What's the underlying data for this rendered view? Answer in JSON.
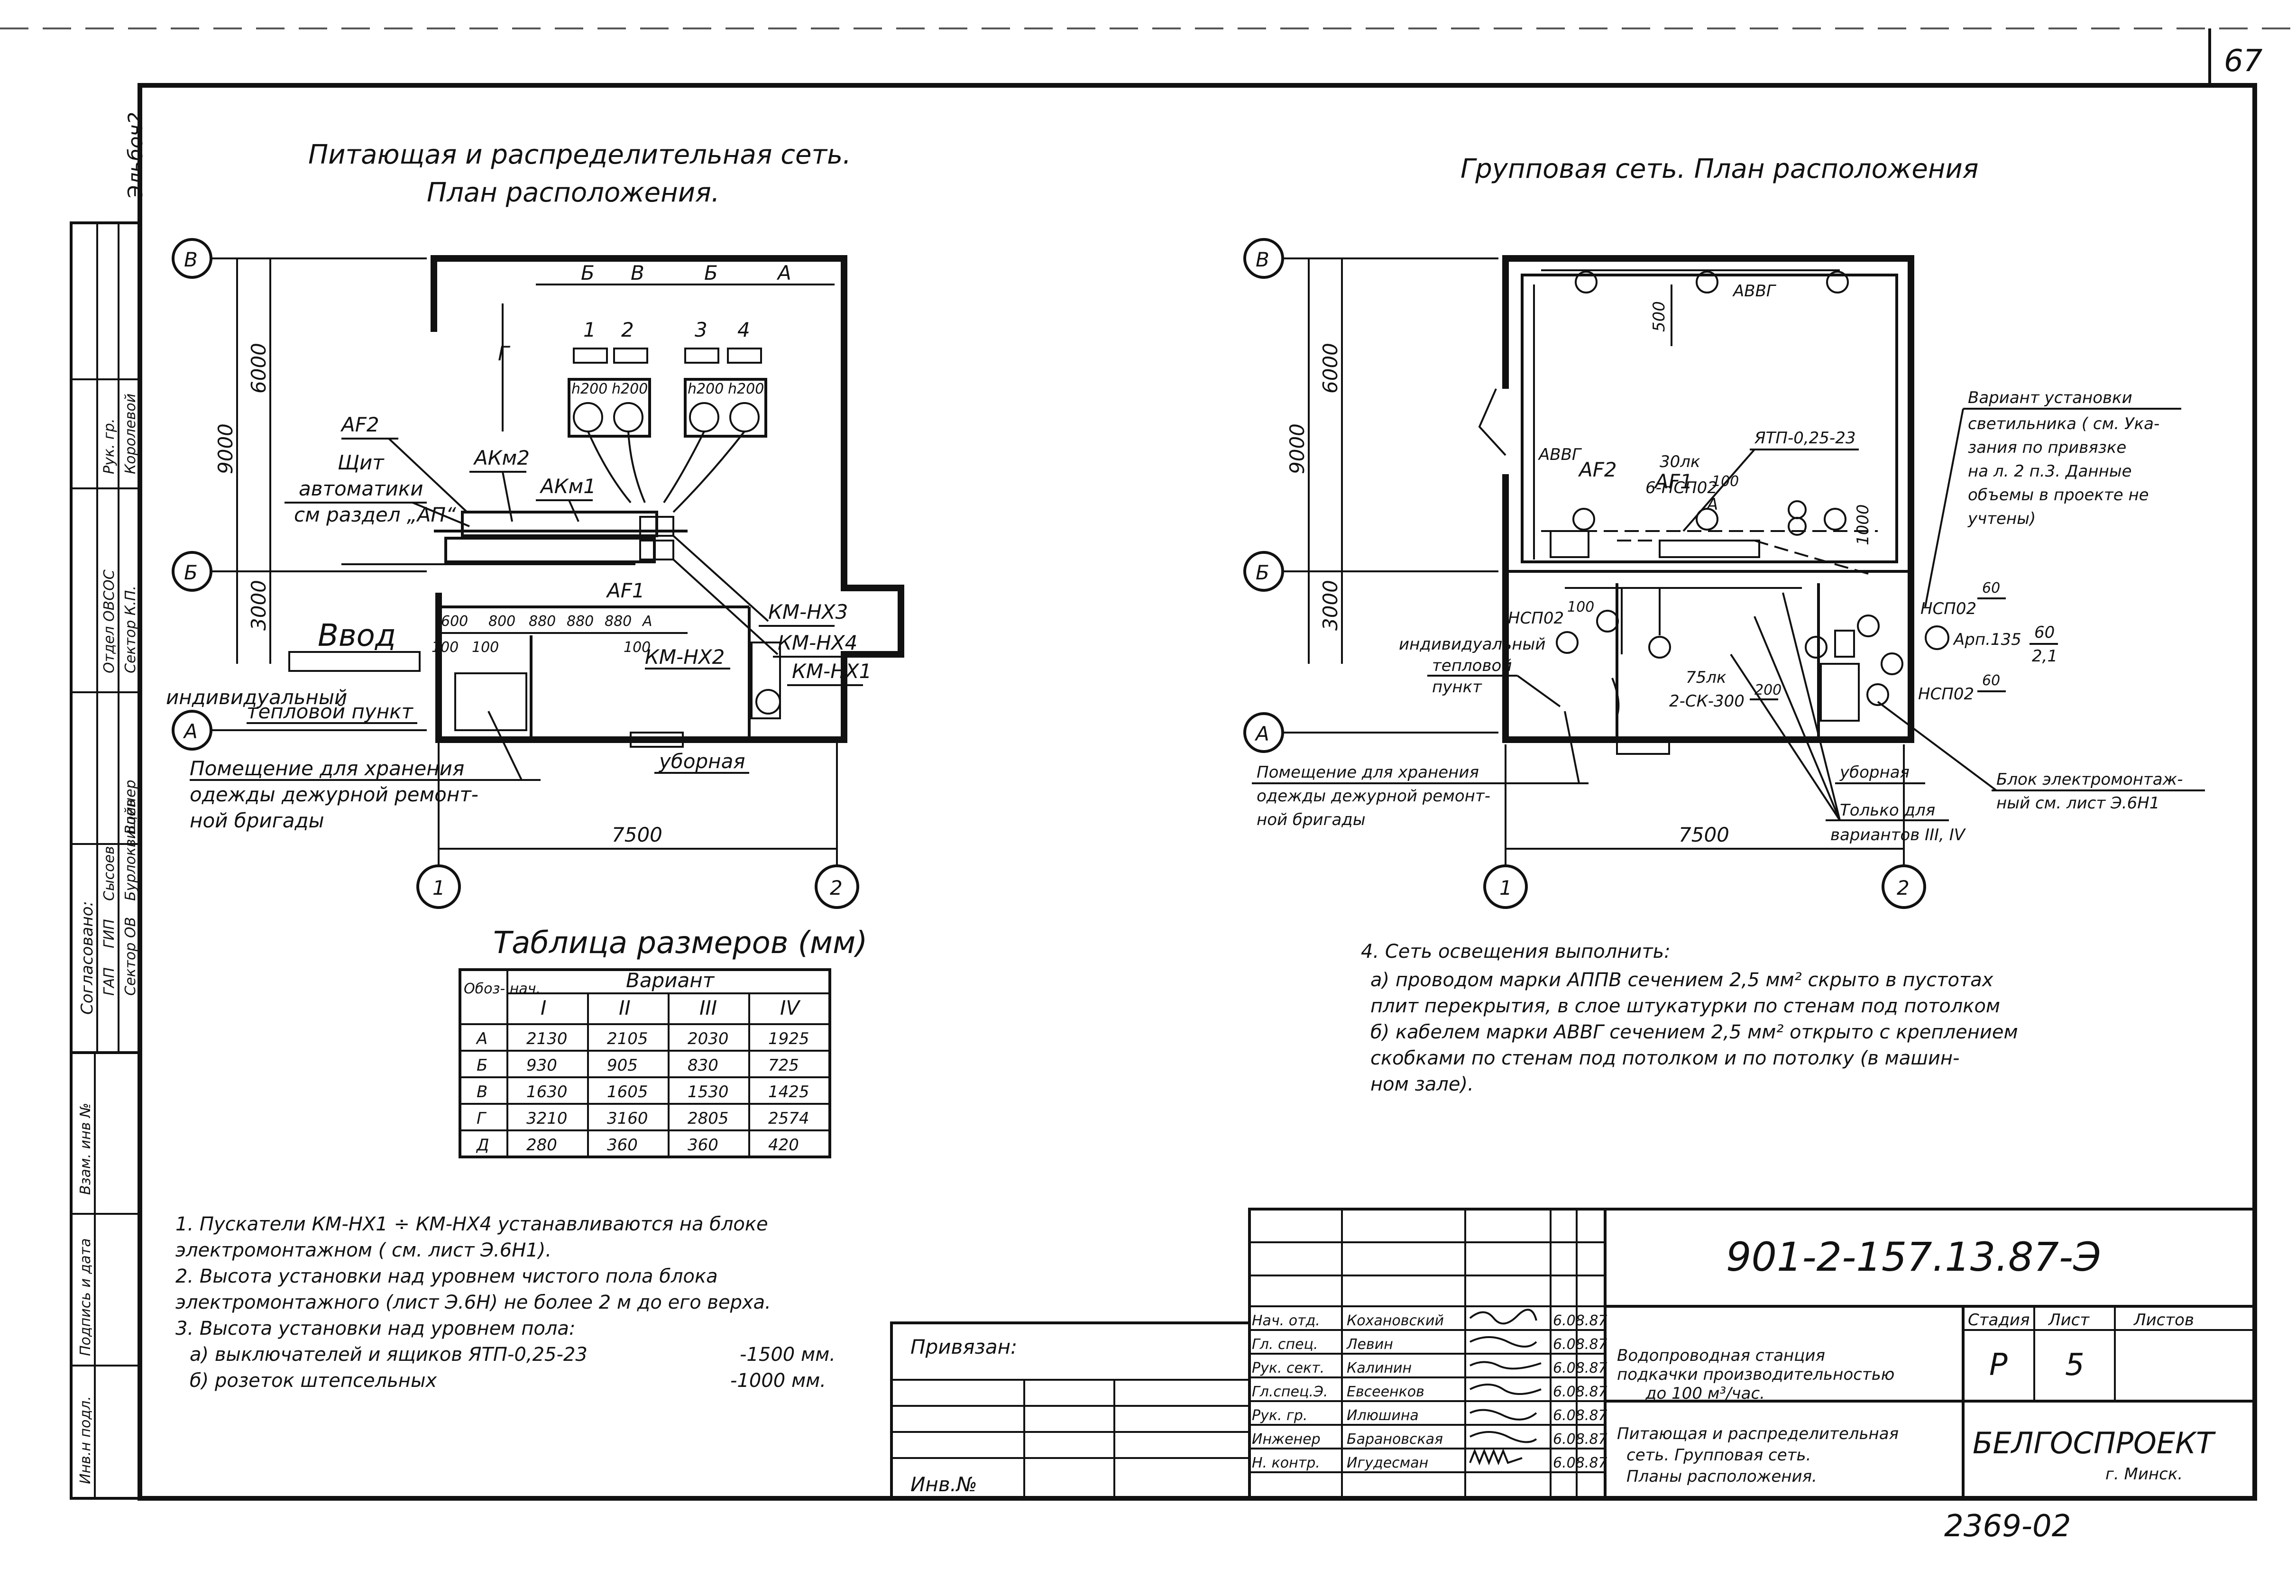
{
  "sheet": {
    "page_number": "67",
    "corner_note": "Эльбоч2",
    "inventory": "2369-02"
  },
  "left_plan": {
    "title_line1": "Питающая и распределительная сеть.",
    "title_line2": "План расположения.",
    "axes": {
      "top": "В",
      "middle": "Б",
      "bottom": "А",
      "left": "1",
      "right": "2"
    },
    "dims": {
      "d9000": "9000",
      "d6000": "6000",
      "d3000": "3000",
      "d7500": "7500",
      "top_chain": [
        "Б",
        "В",
        "Б",
        "А"
      ],
      "g": "Г",
      "lower_chain": [
        "600",
        "800",
        "880",
        "880",
        "880",
        "А"
      ],
      "d100a": "100",
      "d100b": "100",
      "d100c": "100"
    },
    "panels": [
      "1",
      "2",
      "3",
      "4"
    ],
    "panel_h": [
      "h200",
      "h200",
      "h200",
      "h200"
    ],
    "labels": {
      "af2": "АF2",
      "akm2": "АКм2",
      "akm1": "АКм1",
      "af1": "АF1",
      "shield1": "Щит",
      "shield2": "автоматики",
      "shield3": "см раздел „АП“",
      "vvod": "Ввод",
      "km3": "КМ-НХ3",
      "km4": "КМ-НХ4",
      "km2": "КМ-НХ2",
      "km1": "КМ-НХ1",
      "itp1": "индивидуальный",
      "itp2": "тепловой пункт",
      "room1": "Помещение для хранения",
      "room2": "одежды дежурной ремонт-",
      "room3": "ной бригады",
      "wc": "уборная"
    }
  },
  "right_plan": {
    "title": "Групповая сеть. План расположения",
    "axes": {
      "top": "В",
      "middle": "Б",
      "bottom": "А",
      "left": "1",
      "right": "2"
    },
    "dims": {
      "d9000": "9000",
      "d6000": "6000",
      "d3000": "3000",
      "d7500": "7500",
      "d500": "500",
      "d1000": "1000",
      "d100": "100"
    },
    "labels": {
      "avvg1": "АВВГ",
      "avvg2": "АВВГ",
      "ytp": "ЯТП-0,25-23",
      "lk30": "30лк",
      "nspo2_100": "6-НСП02",
      "frac100": "100",
      "af2": "АF2",
      "af1": "АF1",
      "a": "А",
      "variant1": "Вариант установки",
      "variant2": "светильника ( см. Ука-",
      "variant3": "зания по привязке",
      "variant4": "на л. 2 п.3. Данные",
      "variant5": "объемы в проекте не",
      "variant6": "учтены)",
      "nsp_left": "НСП02",
      "nsp_left_frac": "100",
      "nsp_r1": "НСП02",
      "nsp_r1_frac": "60",
      "arp": "Арп.135",
      "arp_frac1": "60",
      "arp_frac2": "2,1",
      "nsp_r2": "НСП02",
      "nsp_r2_frac": "60",
      "lk75": "75лк",
      "sk300": "2-СК-300",
      "frac200": "200",
      "itp1": "индивидуальный",
      "itp2": "тепловой",
      "itp3": "пункт",
      "room1": "Помещение для хранения",
      "room2": "одежды дежурной ремонт-",
      "room3": "ной бригады",
      "wc": "уборная",
      "only1": "Только для",
      "only2": "вариантов III, IV",
      "block1": "Блок электромонтаж-",
      "block2": "ный см. лист Э.6Н1"
    }
  },
  "dims_table": {
    "title": "Таблица размеров (мм)",
    "head_col": "Обоз-\nнач.",
    "head_group": "Вариант",
    "variants": [
      "I",
      "II",
      "III",
      "IV"
    ],
    "rows": [
      {
        "key": "А",
        "values": [
          "2130",
          "2105",
          "2030",
          "1925"
        ]
      },
      {
        "key": "Б",
        "values": [
          "930",
          "905",
          "830",
          "725"
        ]
      },
      {
        "key": "В",
        "values": [
          "1630",
          "1605",
          "1530",
          "1425"
        ]
      },
      {
        "key": "Г",
        "values": [
          "3210",
          "3160",
          "2805",
          "2574"
        ]
      },
      {
        "key": "Д",
        "values": [
          "280",
          "360",
          "360",
          "420"
        ]
      }
    ]
  },
  "notes_right": {
    "lines": [
      "4. Сеть освещения  выполнить:",
      "а) проводом марки АППВ сечением 2,5 мм² скрыто в пустотах",
      "   плит перекрытия, в слое штукатурки по стенам под потолком",
      "б) кабелем марки АВВГ сечением 2,5 мм² открыто с креплением",
      "   скобками по стенам под потолком и по потолку (в машин-",
      "   ном зале)."
    ]
  },
  "notes_left": {
    "lines": [
      "1. Пускатели  КМ-НХ1 ÷ КМ-НХ4 устанавливаются на блоке",
      "   электромонтажном ( см. лист  Э.6Н1).",
      "2. Высота установки над уровнем чистого пола блока",
      "   электромонтажного (лист Э.6Н) не более 2 м до его верха.",
      "3. Высота установки над уровнем пола:",
      "а) выключателей и ящиков   ЯТП-0,25-23",
      "б) розеток   штепсельных"
    ],
    "h1": "-1500 мм.",
    "h2": "-1000 мм."
  },
  "left_stamp": {
    "col_sogl": "Согласовано:",
    "rows": [
      [
        "ГАП",
        "Сысоев",
        ""
      ],
      [
        "ГИП",
        "Бурлоквищев",
        ""
      ],
      [
        "Сектор ОВ",
        "Войнер",
        ""
      ],
      [
        "Отдел ОВСОС",
        "",
        ""
      ],
      [
        "Сектор К.П.",
        "",
        ""
      ],
      [
        "Рук. гр.",
        "Королевой",
        ""
      ]
    ],
    "inv_podl": "Инв.н подл.",
    "podpis": "Подпись и дата",
    "vzam": "Взам. инв №"
  },
  "title_block": {
    "code": "901-2-157.13.87-Э",
    "privyazan": "Привязан:",
    "inv_no": "Инв.№",
    "people": [
      {
        "role": "Нач. отд.",
        "name": "Кохановский",
        "date": "6.08.87"
      },
      {
        "role": "Гл. спец.",
        "name": "Левин",
        "date": "6.08.87"
      },
      {
        "role": "Рук. сект.",
        "name": "Калинин",
        "date": "6.08.87"
      },
      {
        "role": "Гл.спец.Э.",
        "name": "Евсеенков",
        "date": "6.08.87"
      },
      {
        "role": "Рук. гр.",
        "name": "Илюшина",
        "date": "6.08.87"
      },
      {
        "role": "Инженер",
        "name": "Барановская",
        "date": "6.08.87"
      },
      {
        "role": "Н. контр.",
        "name": "Игудесман",
        "date": "6.08.87"
      }
    ],
    "object1": "Водопроводная станция",
    "object2": "подкачки производительностью",
    "object3": "до 100 м³/час.",
    "sheet1": "Питающая и распределительная",
    "sheet2": "сеть. Групповая сеть.",
    "sheet3": "Планы расположения.",
    "stadia_h": "Стадия",
    "list_h": "Лист",
    "listov_h": "Листов",
    "stadia": "Р",
    "list": "5",
    "listov": "",
    "org1": "БЕЛГОСПРОЕКТ",
    "org2": "г. Минск."
  }
}
